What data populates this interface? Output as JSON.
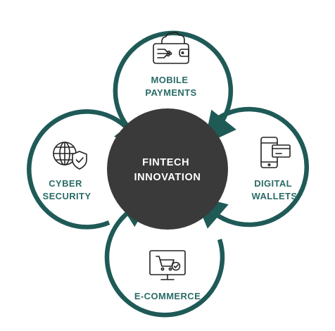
{
  "center": {
    "line1": "FINTECH",
    "line2": "INNOVATION"
  },
  "nodes": {
    "top": {
      "line1": "MOBILE",
      "line2": "PAYMENTS",
      "icon": "mobile-payments-icon"
    },
    "right": {
      "line1": "DIGITAL",
      "line2": "WALLETS",
      "icon": "digital-wallet-icon"
    },
    "bottom": {
      "line1": "E-COMMERCE",
      "icon": "ecommerce-icon"
    },
    "left": {
      "line1": "CYBER",
      "line2": "SECURITY",
      "icon": "cyber-security-icon"
    }
  },
  "colors": {
    "accent": "#1f5a57",
    "label": "#2a6b66",
    "center_fill": "#3a3a3a",
    "center_text": "#ffffff"
  }
}
